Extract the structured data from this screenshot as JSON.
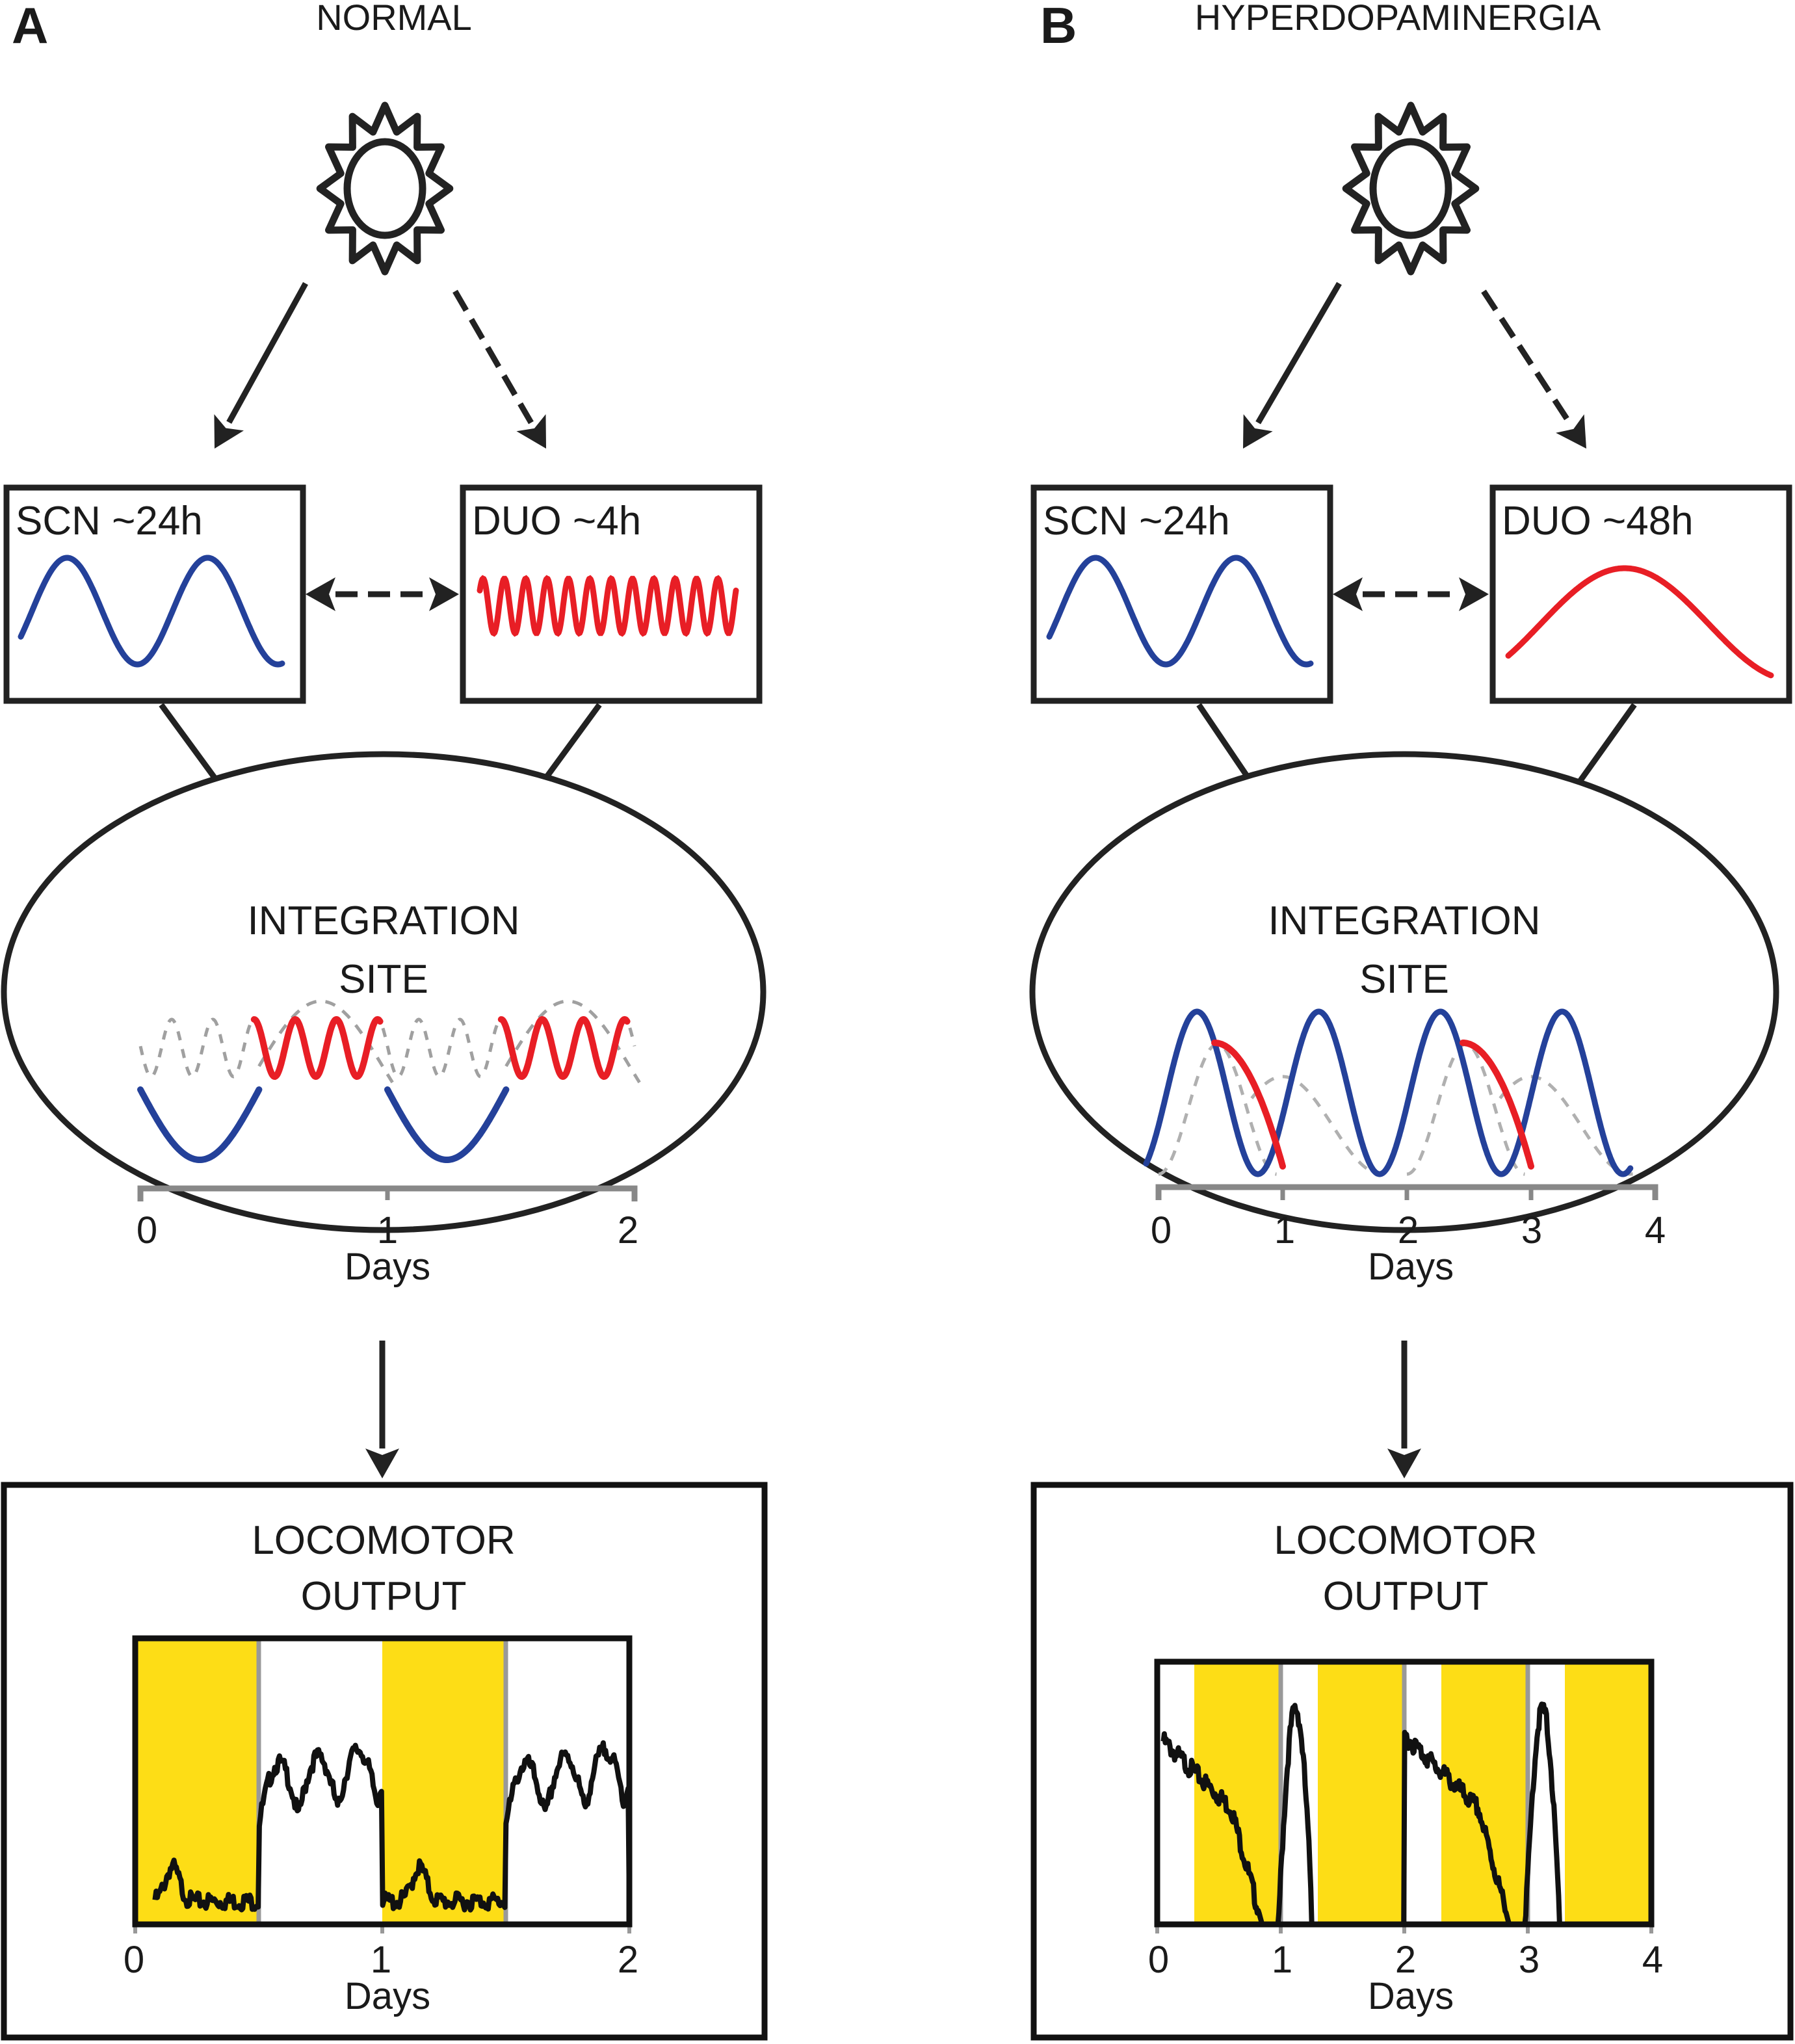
{
  "panels": [
    {
      "letter": "A",
      "title": "NORMAL",
      "light_source_icon": "sun-icon",
      "scn_box": {
        "label": "SCN ~24h",
        "period_hours": 24,
        "wave_color": "#24419a"
      },
      "duo_box": {
        "label": "DUO ~4h",
        "period_hours": 4,
        "wave_color": "#e81e25"
      },
      "integration": {
        "title_line1": "INTEGRATION",
        "title_line2": "SITE",
        "x_ticks": [
          "0",
          "1",
          "2"
        ],
        "x_label": "Days",
        "x_range": [
          0,
          2
        ]
      },
      "locomotor": {
        "title_line1": "LOCOMOTOR",
        "title_line2": "OUTPUT",
        "x_ticks": [
          "0",
          "1",
          "2"
        ],
        "x_label": "Days",
        "x_range": [
          0,
          2
        ],
        "shaded_intervals_days": [
          [
            0,
            0.5
          ],
          [
            1,
            1.5
          ]
        ]
      }
    },
    {
      "letter": "B",
      "title": "HYPERDOPAMINERGIA",
      "light_source_icon": "sun-icon",
      "scn_box": {
        "label": "SCN ~24h",
        "period_hours": 24,
        "wave_color": "#24419a"
      },
      "duo_box": {
        "label": "DUO ~48h",
        "period_hours": 48,
        "wave_color": "#e81e25"
      },
      "integration": {
        "title_line1": "INTEGRATION",
        "title_line2": "SITE",
        "x_ticks": [
          "0",
          "1",
          "2",
          "3",
          "4"
        ],
        "x_label": "Days",
        "x_range": [
          0,
          4
        ]
      },
      "locomotor": {
        "title_line1": "LOCOMOTOR",
        "title_line2": "OUTPUT",
        "x_ticks": [
          "0",
          "1",
          "2",
          "3",
          "4"
        ],
        "x_label": "Days",
        "x_range": [
          0,
          4
        ],
        "shaded_intervals_days": [
          [
            0.3,
            1
          ],
          [
            1.3,
            2
          ],
          [
            2.3,
            3
          ],
          [
            3.3,
            4
          ]
        ]
      }
    }
  ],
  "colors": {
    "scn": "#24419a",
    "duo": "#e81e25",
    "light_phase": "#fddd16",
    "axis_gray": "#888888",
    "dashed_gray": "#a0a0a0",
    "ink": "#1a1a1a"
  }
}
